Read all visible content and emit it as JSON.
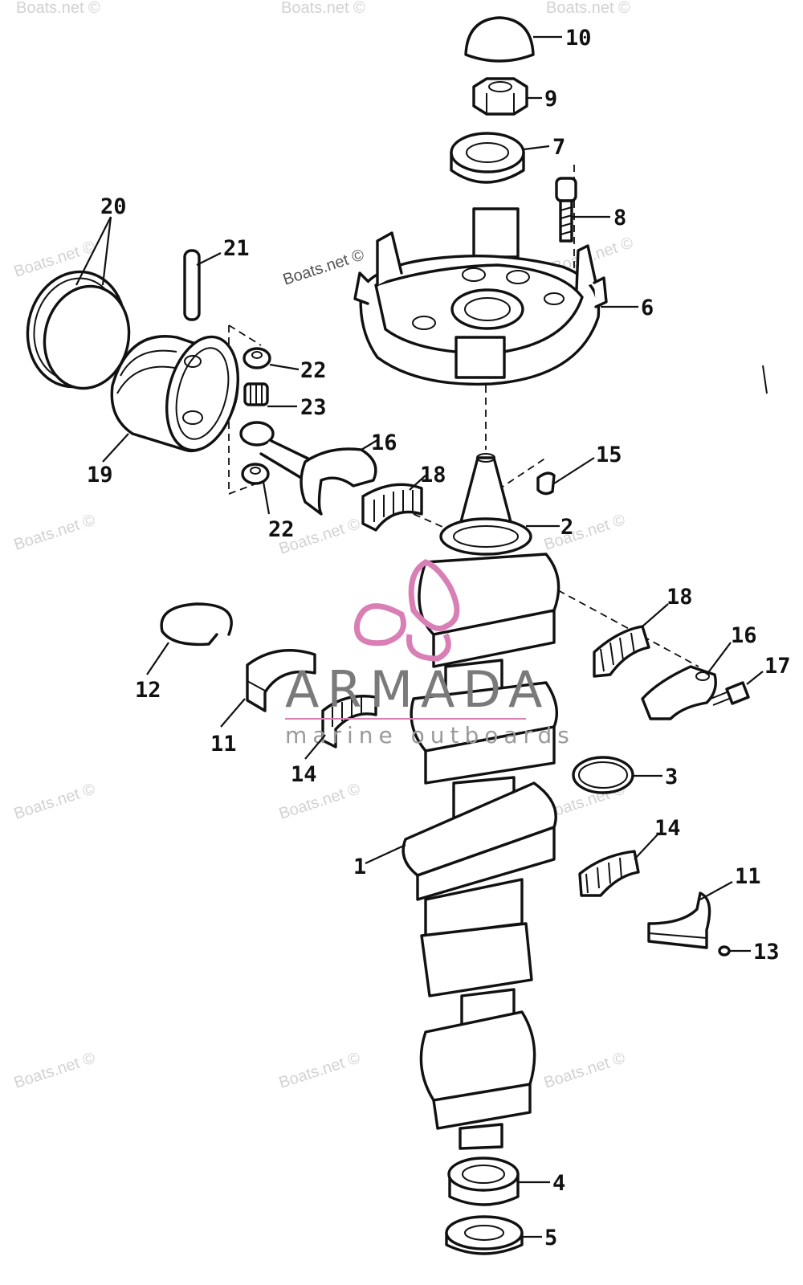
{
  "watermark": {
    "text": "Boats.net ©"
  },
  "logo": {
    "brand": "ARMADA",
    "tagline": "marine outboards",
    "color": "#d97fb5"
  },
  "callouts": {
    "c1": "1",
    "c2": "2",
    "c3": "3",
    "c4": "4",
    "c5": "5",
    "c6": "6",
    "c7": "7",
    "c8": "8",
    "c9": "9",
    "c10": "10",
    "c11a": "11",
    "c11b": "11",
    "c12": "12",
    "c13": "13",
    "c14a": "14",
    "c14b": "14",
    "c15": "15",
    "c16a": "16",
    "c16b": "16",
    "c17": "17",
    "c18a": "18",
    "c18b": "18",
    "c19": "19",
    "c20": "20",
    "c21": "21",
    "c22a": "22",
    "c22b": "22",
    "c23": "23"
  },
  "colors": {
    "ink": "#111111",
    "watermark": "#d2d2d2"
  }
}
